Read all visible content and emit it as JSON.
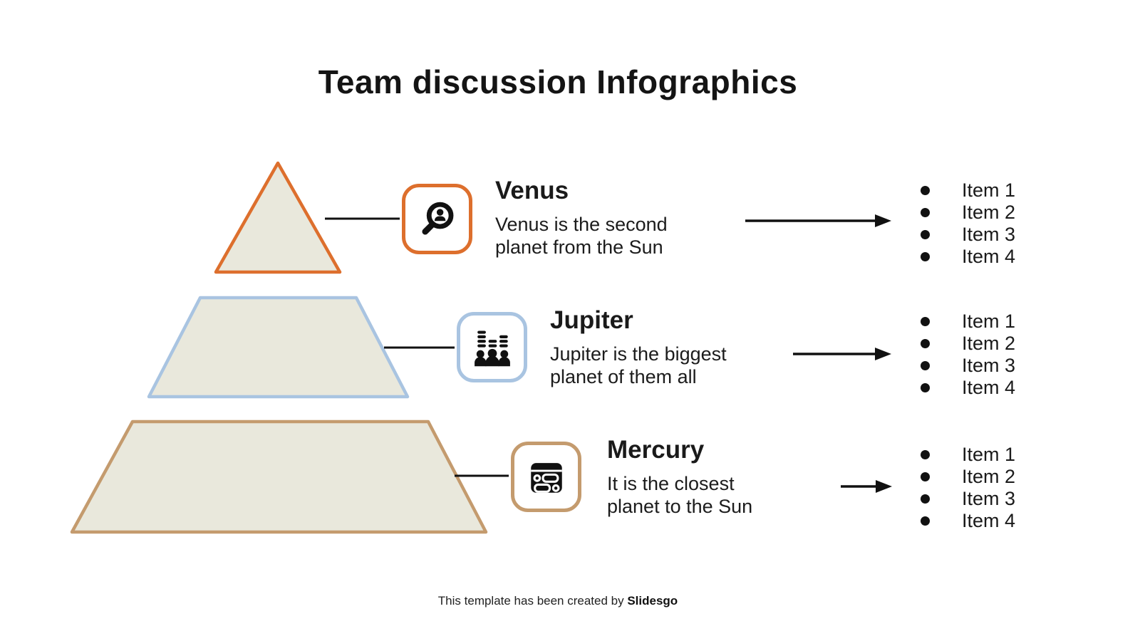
{
  "title": "Team discussion Infographics",
  "footer": {
    "text": "This template has been created by ",
    "brand": "Slidesgo"
  },
  "colors": {
    "accent_orange": "#DD6F2D",
    "accent_blue": "#A9C4E1",
    "accent_tan": "#C49B6E",
    "pyramid_fill": "#E9E8DC",
    "text": "#141414",
    "line": "#111111"
  },
  "sections": [
    {
      "title": "Venus",
      "description": "Venus is the second\nplanet from the Sun",
      "icon": "search-user-icon",
      "accent": "#DD6F2D",
      "items": [
        "Item 1",
        "Item 2",
        "Item 3",
        "Item 4"
      ]
    },
    {
      "title": "Jupiter",
      "description": "Jupiter is the biggest\nplanet of them all",
      "icon": "team-discussion-icon",
      "accent": "#A9C4E1",
      "items": [
        "Item 1",
        "Item 2",
        "Item 3",
        "Item 4"
      ]
    },
    {
      "title": "Mercury",
      "description": "It is the closest\nplanet to the Sun",
      "icon": "content-list-icon",
      "accent": "#C49B6E",
      "items": [
        "Item 1",
        "Item 2",
        "Item 3",
        "Item 4"
      ]
    }
  ]
}
